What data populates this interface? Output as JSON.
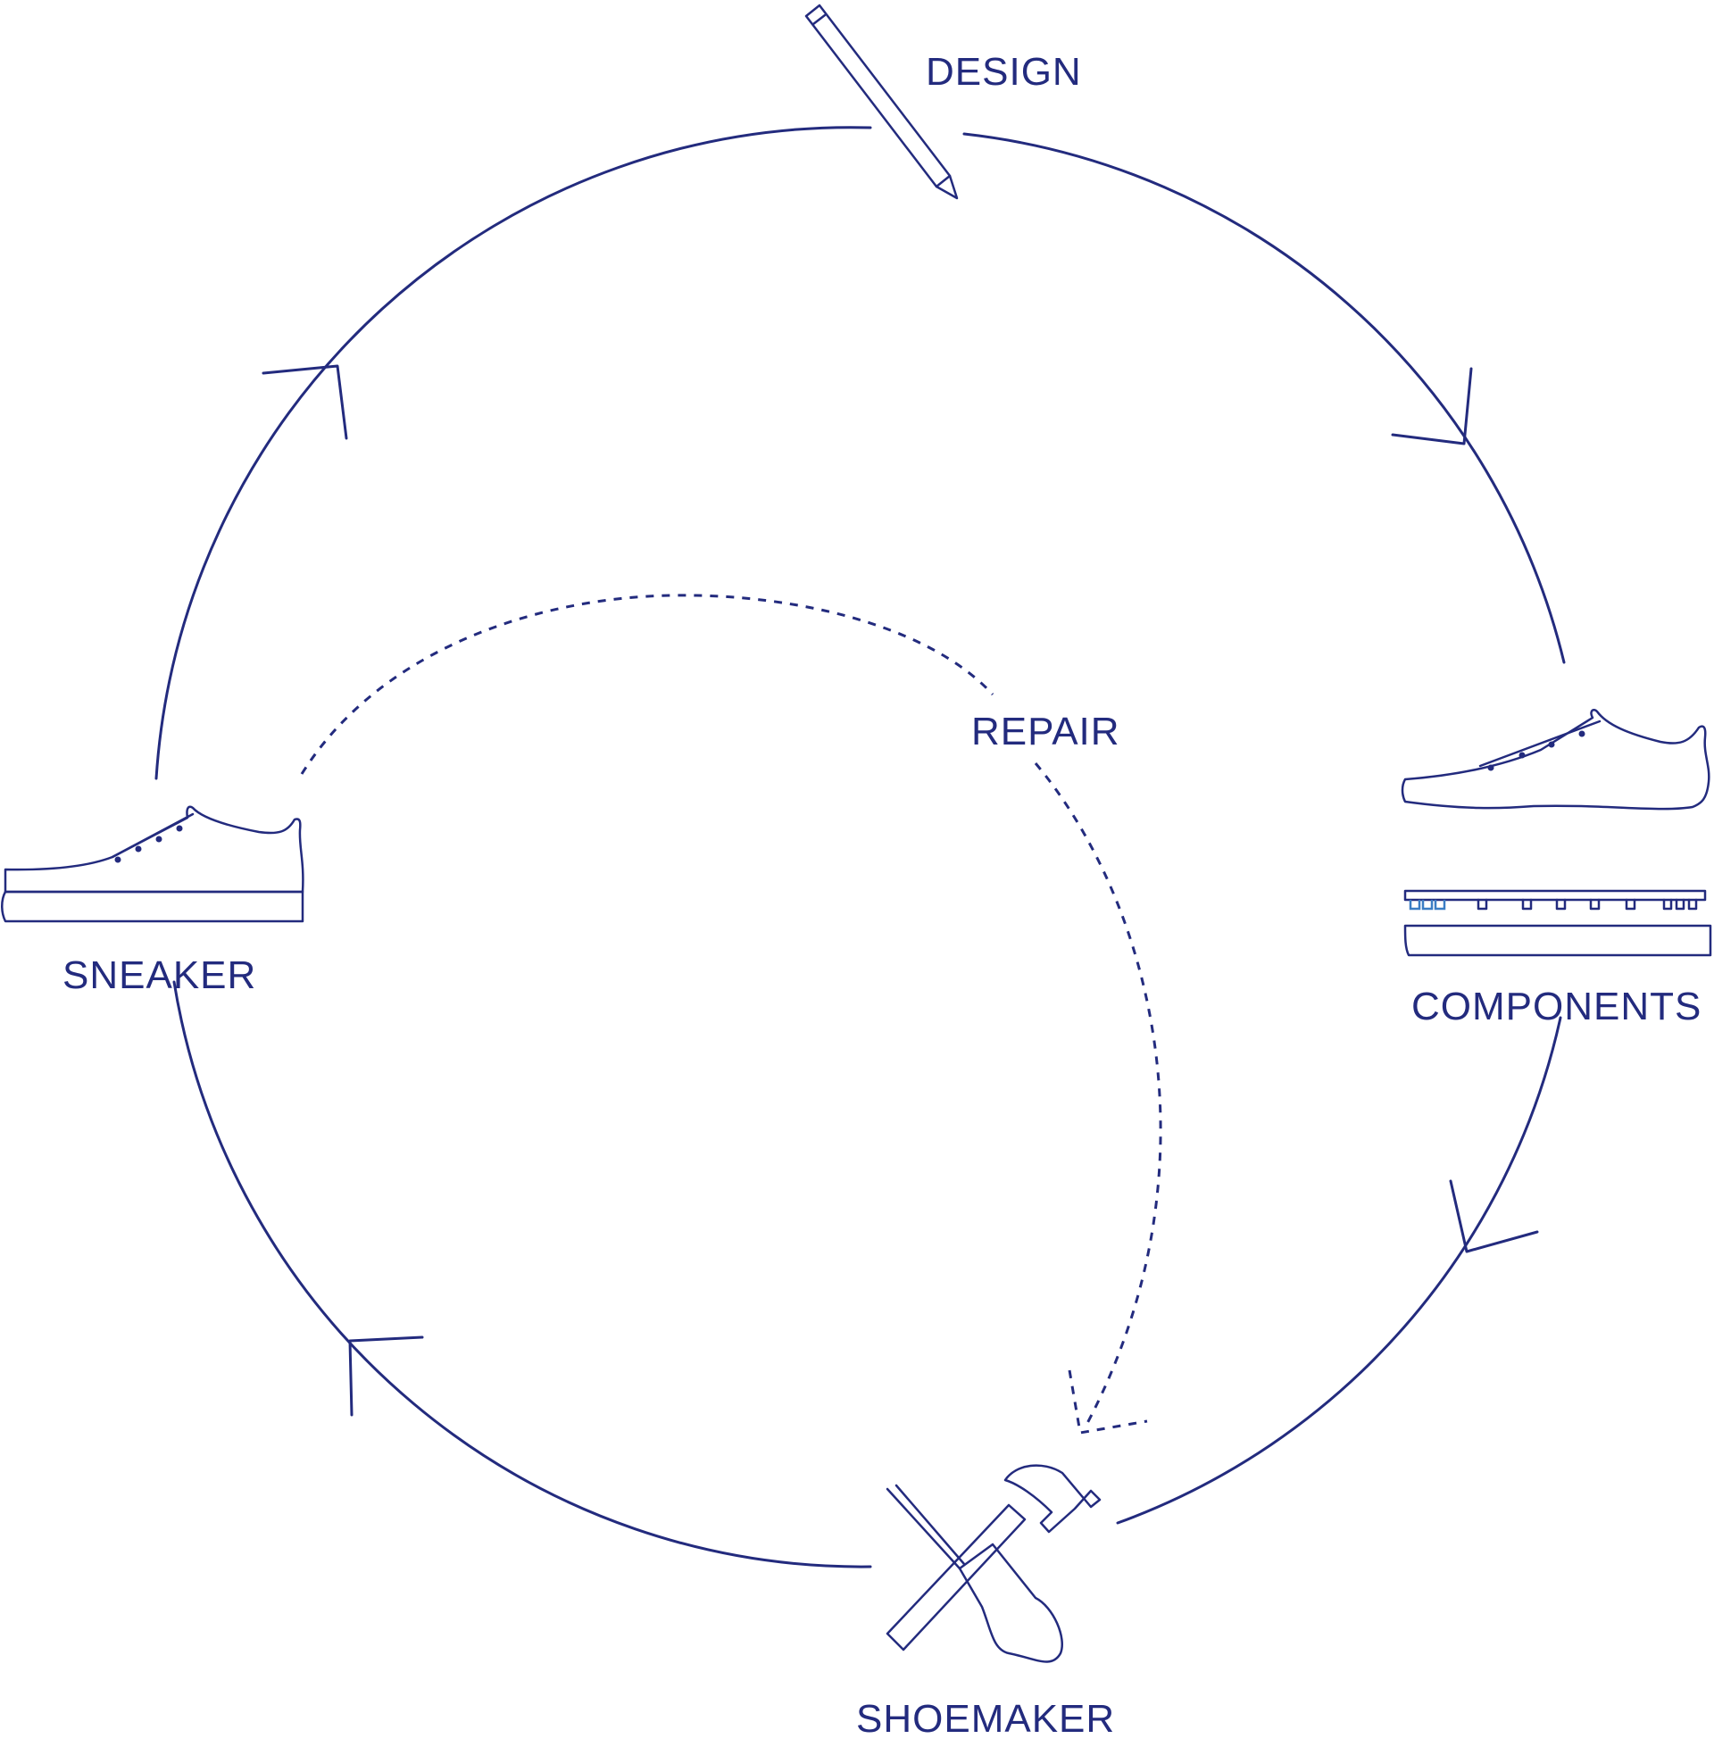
{
  "colors": {
    "ink": "#232b7e",
    "background": "#ffffff",
    "sole_accent": "#3b7dc4"
  },
  "nodes": {
    "design": {
      "label": "DESIGN",
      "icon": "pencil-icon"
    },
    "components": {
      "label": "COMPONENTS",
      "icon": "shoe-components-icon"
    },
    "shoemaker": {
      "label": "SHOEMAKER",
      "icon": "hammer-and-awl-icon"
    },
    "sneaker": {
      "label": "SNEAKER",
      "icon": "sneaker-icon"
    },
    "repair": {
      "label": "REPAIR"
    }
  }
}
